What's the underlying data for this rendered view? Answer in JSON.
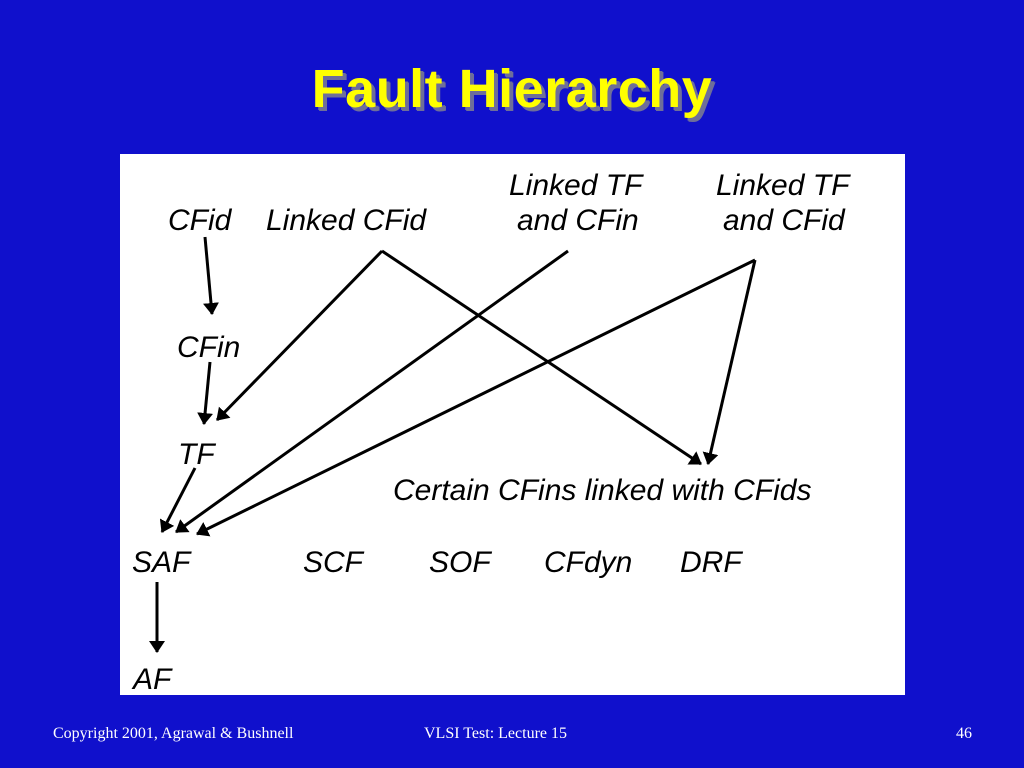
{
  "slide": {
    "title": "Fault Hierarchy"
  },
  "diagram": {
    "nodes": {
      "cfid": "CFid",
      "linked_cfid": "Linked CFid",
      "linked_tf_cfin_line1": "Linked TF",
      "linked_tf_cfin_line2": "and CFin",
      "linked_tf_cfid_line1": "Linked TF",
      "linked_tf_cfid_line2": "and CFid",
      "cfin": "CFin",
      "tf": "TF",
      "certain_cfins": "Certain CFins linked with CFids",
      "saf": "SAF",
      "scf": "SCF",
      "sof": "SOF",
      "cfdyn": "CFdyn",
      "drf": "DRF",
      "af": "AF"
    }
  },
  "footer": {
    "copyright": "Copyright 2001, Agrawal & Bushnell",
    "course": "VLSI Test: Lecture 15",
    "page_number": "46"
  },
  "colors": {
    "background": "#1010cc",
    "title": "#ffff00",
    "title_shadow": "#6e6e9a",
    "panel": "#ffffff",
    "ink": "#000000",
    "footer_text": "#ffffff"
  }
}
